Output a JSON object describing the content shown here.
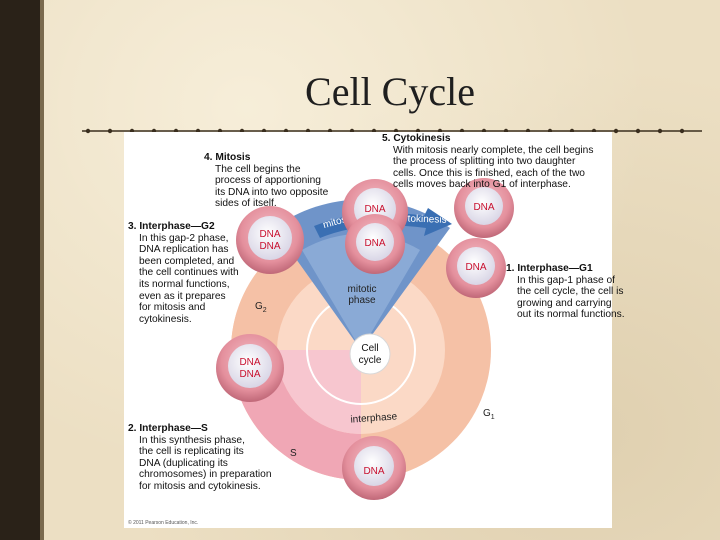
{
  "slide": {
    "title": "Cell Cycle"
  },
  "figure": {
    "center_label_1": "Cell",
    "center_label_2": "cycle",
    "mitotic_phase_label_1": "mitotic",
    "mitotic_phase_label_2": "phase",
    "interphase_label": "interphase",
    "mitosis_arrow_label": "mitosis",
    "cytokinesis_arrow_label": "cytokinesis",
    "g1_label": "G",
    "g1_sub": "1",
    "g2_label": "G",
    "g2_sub": "2",
    "s_label": "S",
    "cells": {
      "top": "DNA",
      "top_right": "DNA",
      "mid": "DNA",
      "g2_line1": "DNA",
      "g2_line2": "DNA",
      "right": "DNA",
      "left_line1": "DNA",
      "left_line2": "DNA",
      "bottom": "DNA"
    },
    "annotations": {
      "cytokinesis_title": "5. Cytokinesis",
      "cytokinesis_body": [
        "With mitosis nearly complete, the cell begins",
        "the process of splitting into two daughter",
        "cells. Once this is finished, each of the two",
        "cells moves back into G1 of interphase."
      ],
      "mitosis_title": "4. Mitosis",
      "mitosis_body": [
        "The cell begins the",
        "process of apportioning",
        "its DNA into two opposite",
        "sides of itself."
      ],
      "g2_title": "3. Interphase—G2",
      "g2_body": [
        "In this gap-2 phase,",
        "DNA replication has",
        "been completed, and",
        "the cell continues with",
        "its normal functions,",
        "even as it prepares",
        "for mitosis and",
        "cytokinesis."
      ],
      "g1_title": "1. Interphase—G1",
      "g1_body": [
        "In this gap-1 phase of",
        "the cell cycle, the cell is",
        "growing and carrying",
        "out its normal functions."
      ],
      "s_title": "2. Interphase—S",
      "s_body": [
        "In this synthesis phase,",
        "the cell is replicating its",
        "DNA (duplicating its",
        "chromosomes) in preparation",
        "for mitosis and cytokinesis."
      ]
    },
    "credit": "© 2011 Pearson Education, Inc.",
    "colors": {
      "g1_ring": "#f5c1a6",
      "g1_inner": "#fbd9c6",
      "s_ring": "#f0a7b5",
      "s_inner": "#f7c6cf",
      "mitotic": "#6f94c9",
      "arrow": "#3a6fb3",
      "cell_body": "#e4909d",
      "cell_nucleus": "#f6f3f7",
      "dna_text": "#c8102e"
    }
  }
}
